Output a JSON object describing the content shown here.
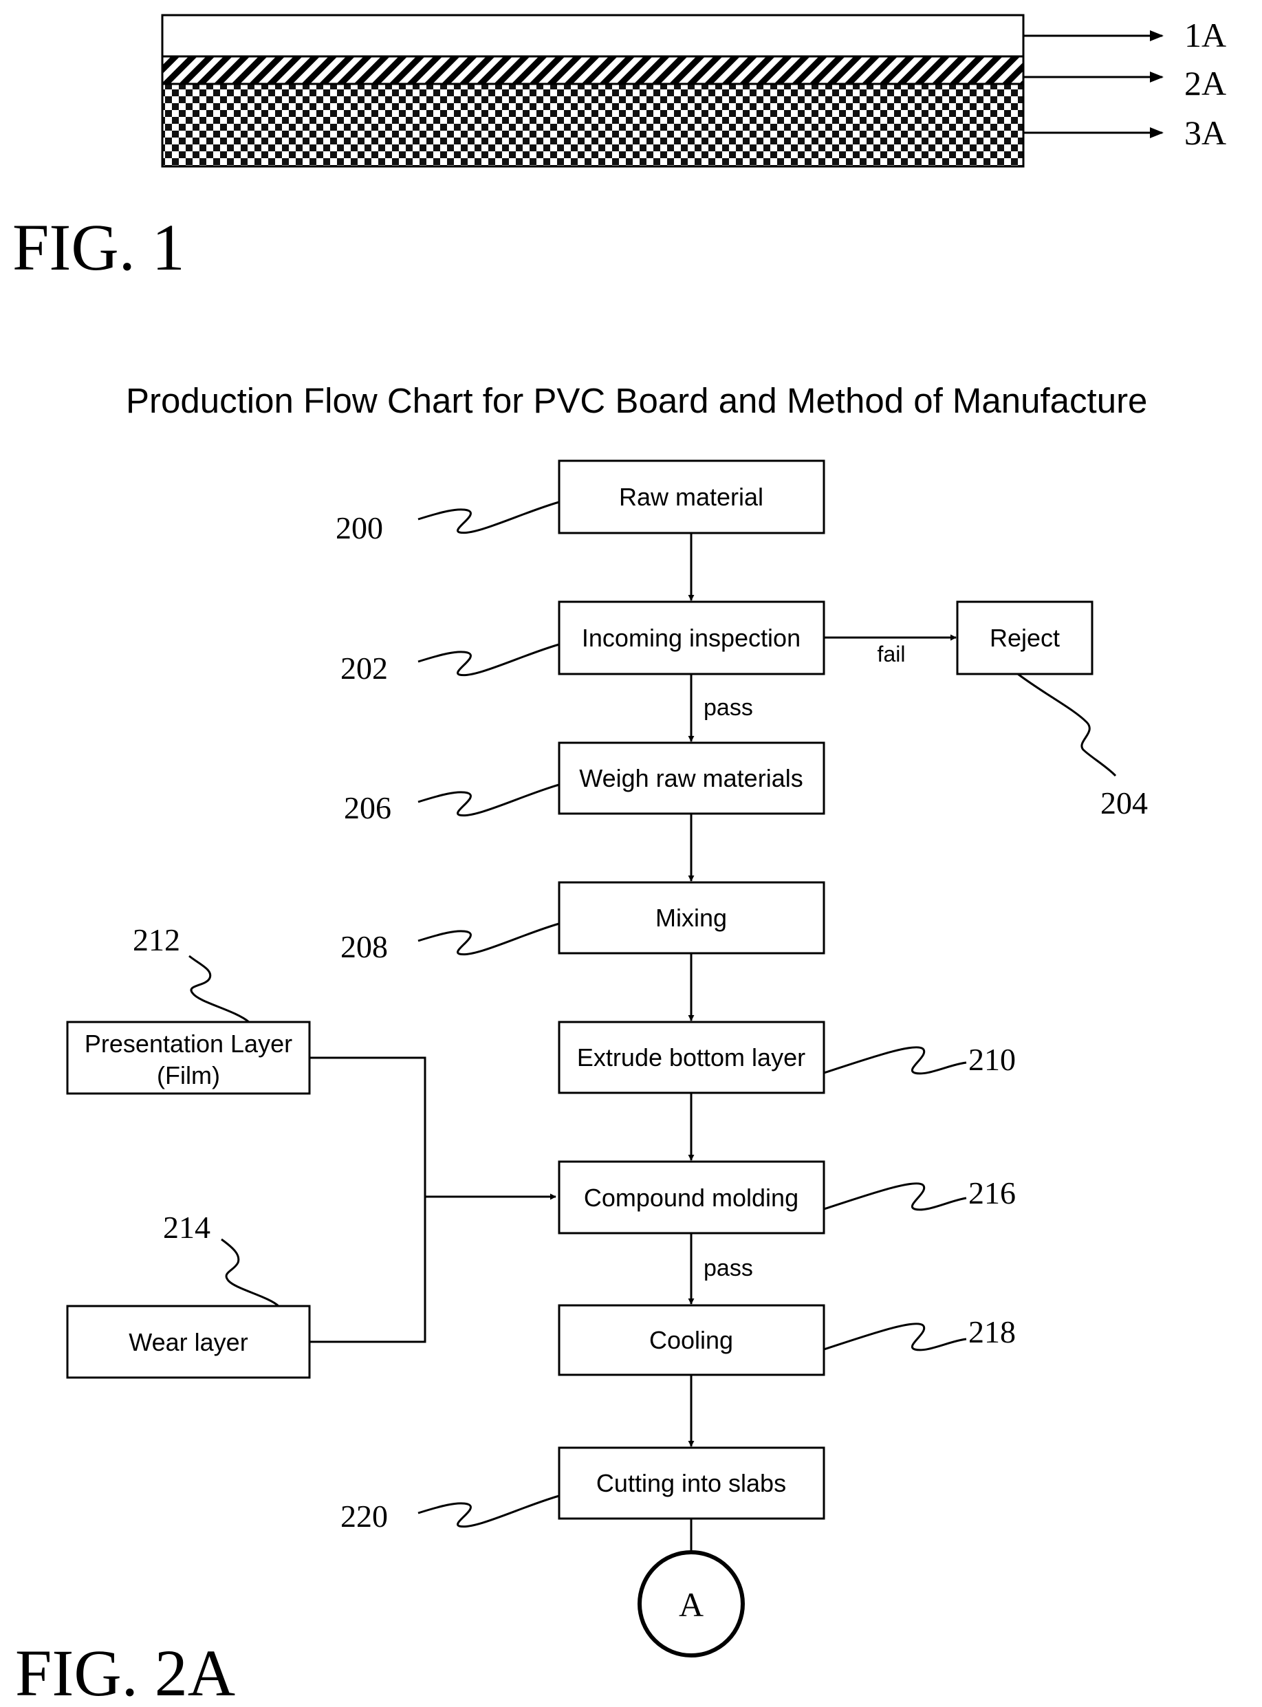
{
  "fig1": {
    "label": "FIG. 1",
    "layers": [
      {
        "ref": "1A",
        "pattern": "plain"
      },
      {
        "ref": "2A",
        "pattern": "diagonal-hatch"
      },
      {
        "ref": "3A",
        "pattern": "checker"
      }
    ]
  },
  "fig2a": {
    "label": "FIG. 2A",
    "title": "Production Flow Chart for PVC Board and Method of Manufacture",
    "steps": {
      "raw_material": {
        "label": "Raw material",
        "ref": "200"
      },
      "incoming_inspection": {
        "label": "Incoming inspection",
        "ref": "202"
      },
      "reject": {
        "label": "Reject",
        "ref": "204"
      },
      "weigh": {
        "label": "Weigh raw materials",
        "ref": "206"
      },
      "mixing": {
        "label": "Mixing",
        "ref": "208"
      },
      "extrude": {
        "label": "Extrude bottom layer",
        "ref": "210"
      },
      "presentation": {
        "label_line1": "Presentation Layer",
        "label_line2": "(Film)",
        "ref": "212"
      },
      "wear": {
        "label": "Wear layer",
        "ref": "214"
      },
      "compound": {
        "label": "Compound molding",
        "ref": "216"
      },
      "cooling": {
        "label": "Cooling",
        "ref": "218"
      },
      "cutting": {
        "label": "Cutting into slabs",
        "ref": "220"
      }
    },
    "edge_labels": {
      "fail": "fail",
      "pass_inspection": "pass",
      "pass_molding": "pass"
    },
    "connector": "A"
  }
}
